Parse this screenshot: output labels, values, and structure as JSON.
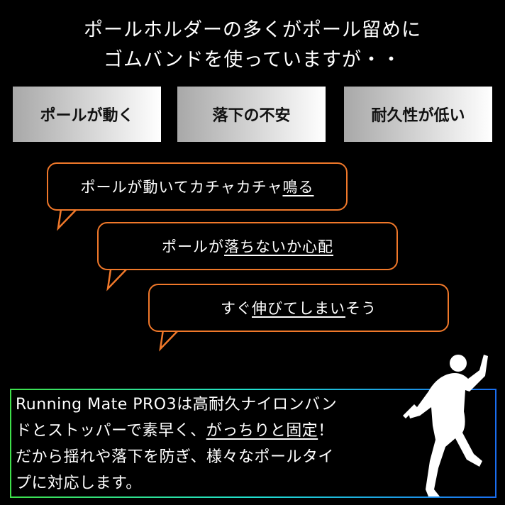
{
  "headline": {
    "line1": "ポールホルダーの多くがポール留めに",
    "line2": "ゴムバンドを使っていますが・・"
  },
  "problems": [
    "ポールが動く",
    "落下の不安",
    "耐久性が低い"
  ],
  "bubbles": [
    {
      "plain": "ポールが動いてカチャカチャ",
      "underlined": "鳴る",
      "after": ""
    },
    {
      "plain": "ポールが",
      "underlined": "落ちないか心配",
      "after": ""
    },
    {
      "plain": "すぐ",
      "underlined": "伸びてしまい",
      "after": "そう"
    }
  ],
  "description": {
    "line1": "Running Mate PRO3は高耐久ナイロンバン",
    "line2a": "ドとストッパーで素早く、",
    "line2u": "がっちりと固定",
    "line2b": "！",
    "line3": "だから揺れや落下を防ぎ、様々なポールタイ",
    "line4": "プに対応します。"
  },
  "colors": {
    "bubble_border": "#f0782a",
    "frame_start": "#3ee04a",
    "frame_mid": "#20e0d0",
    "frame_end": "#1a6ef0"
  },
  "icons": [
    "runner-silhouette-icon"
  ]
}
